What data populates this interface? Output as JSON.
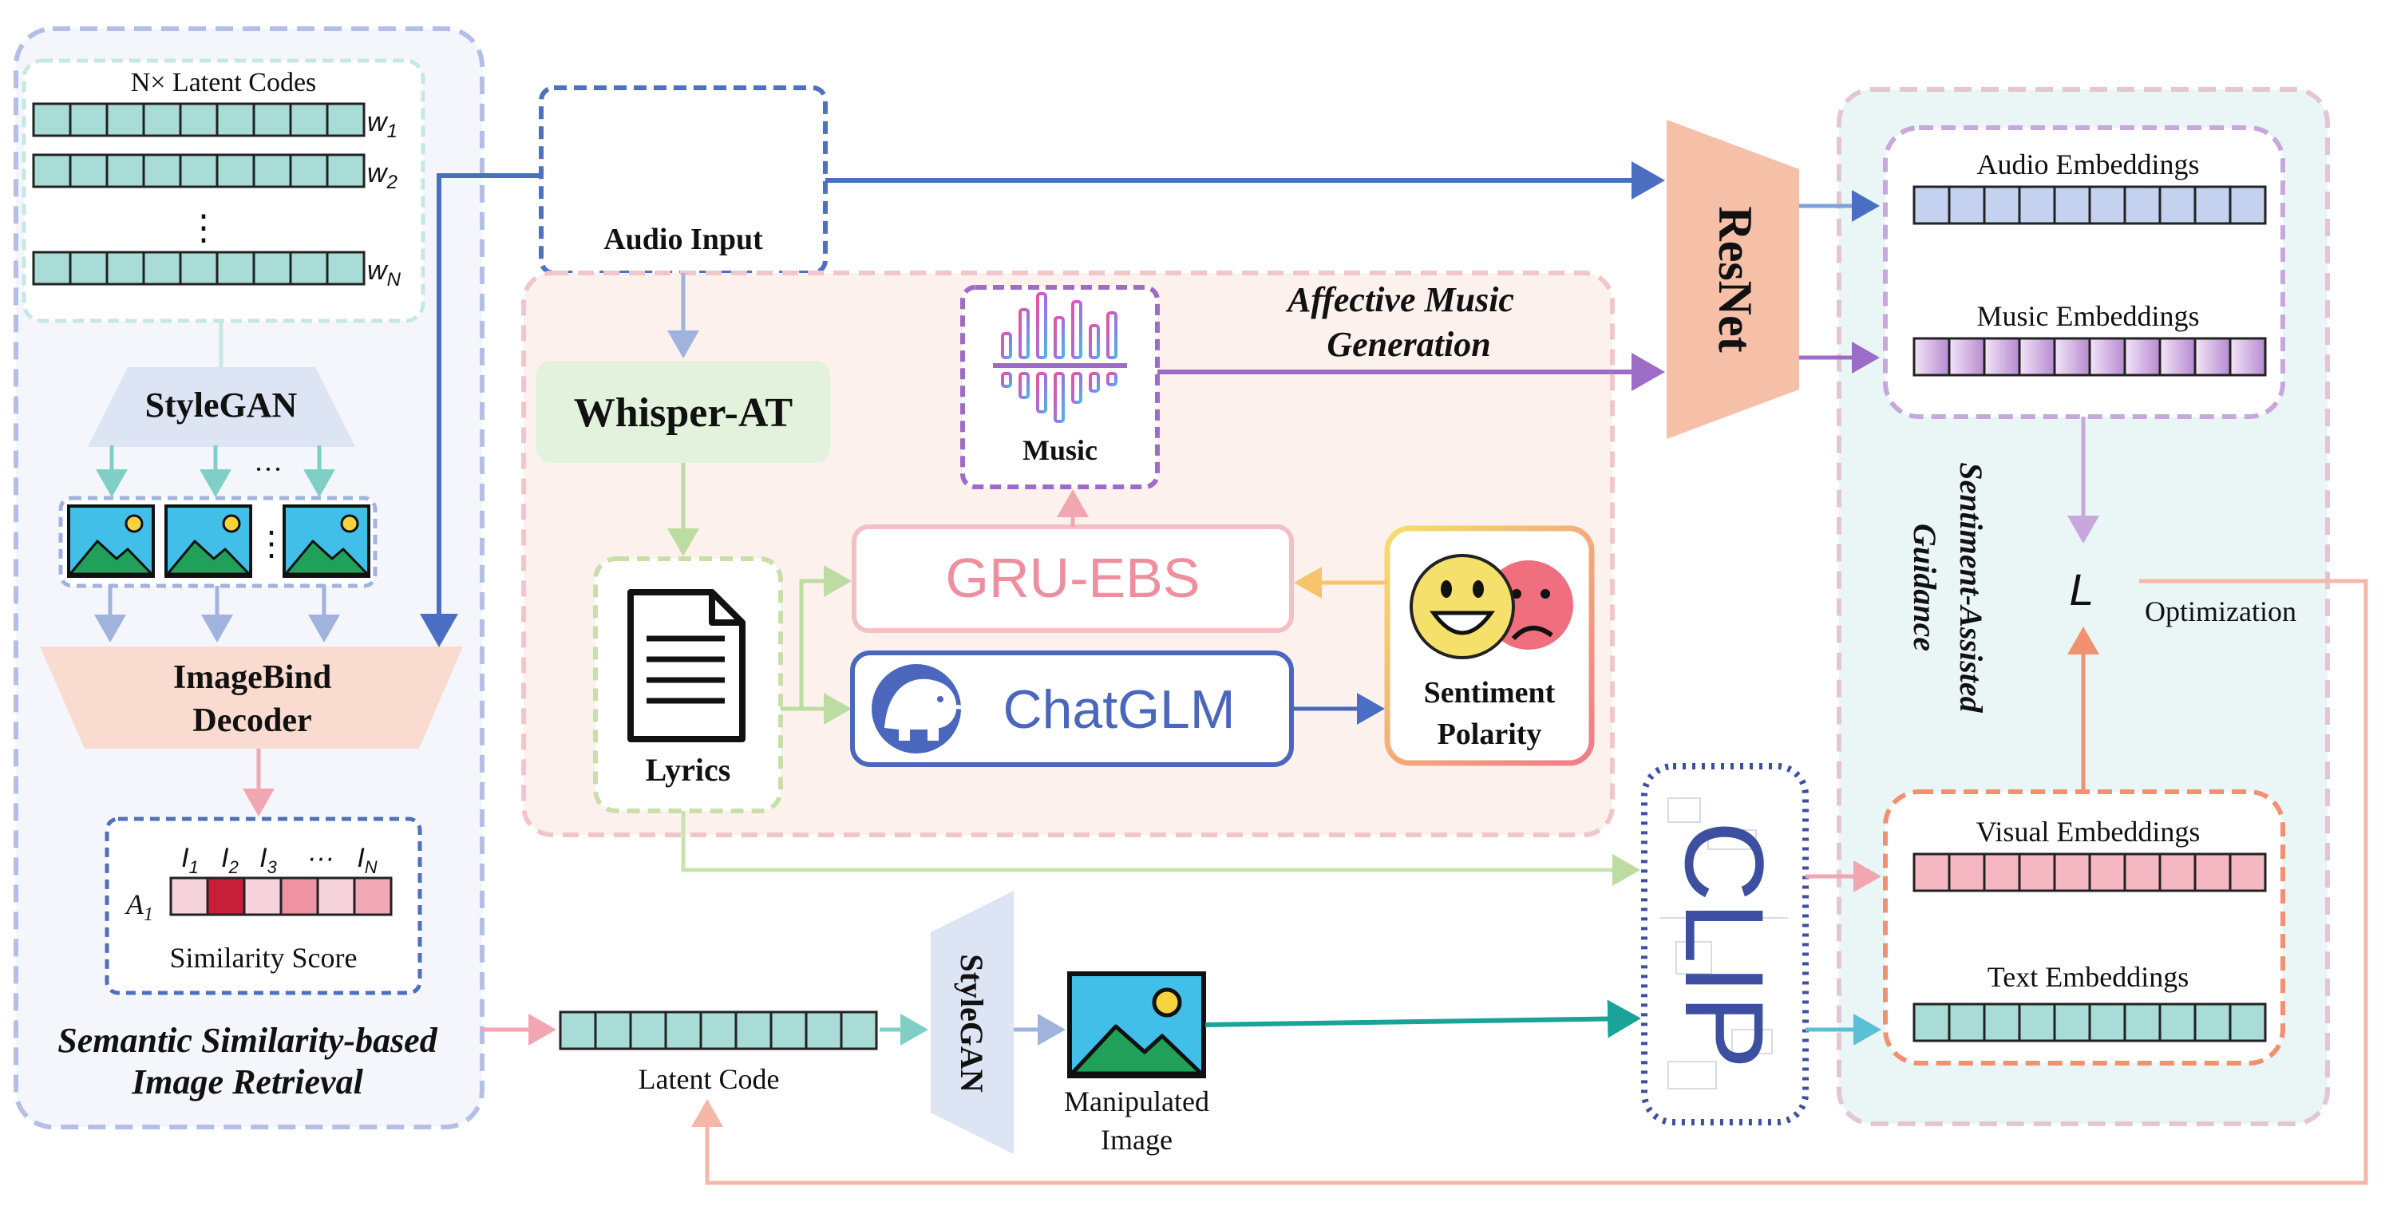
{
  "retrieval": {
    "latent_codes_title": "N× Latent Codes",
    "w_labels": [
      "w",
      "w",
      "w"
    ],
    "w_subs": [
      "1",
      "2",
      "N"
    ],
    "stylegan_label": "StyleGAN",
    "imagebind_line1": "ImageBind",
    "imagebind_line2": "Decoder",
    "sim_row_label": "A",
    "sim_row_sub": "1",
    "sim_headers": [
      "I",
      "I",
      "I",
      "···",
      "I"
    ],
    "sim_header_subs": [
      "1",
      "2",
      "3",
      "",
      "N"
    ],
    "similarity_label": "Similarity Score",
    "section_title_line1": "Semantic Similarity-based",
    "section_title_line2": "Image Retrieval",
    "dots": "···",
    "vdots": "⋮"
  },
  "audio": {
    "label": "Audio Input"
  },
  "music_gen": {
    "title_line1": "Affective Music",
    "title_line2": "Generation",
    "whisper": "Whisper-AT",
    "music": "Music",
    "gru": "GRU-EBS",
    "chatglm": "ChatGLM",
    "lyrics": "Lyrics",
    "sentiment_line1": "Sentiment",
    "sentiment_line2": "Polarity"
  },
  "resnet": "ResNet",
  "clip": "CLIP",
  "guidance": {
    "title_line1": "Sentiment-Assisted",
    "title_line2": "Guidance",
    "audio_emb": "Audio Embeddings",
    "music_emb": "Music Embeddings",
    "visual_emb": "Visual Embeddings",
    "text_emb": "Text Embeddings",
    "loss": "L",
    "optimization": "Optimization"
  },
  "bottom": {
    "latent_code": "Latent Code",
    "stylegan": "StyleGAN",
    "manipulated_line1": "Manipulated",
    "manipulated_line2": "Image"
  },
  "colors": {
    "retrieval_border": "#b3bfe6",
    "audio_blue": "#4f6fbf",
    "pink_region": "#fdf1ee",
    "green_box": "#e3f2dc",
    "purple": "#9c6cc7",
    "gru_pink": "#ee8fa0",
    "chatglm_blue": "#4a67bd",
    "sentiment_yellow": "#f4e06a",
    "resnet_salmon": "#f6bfa8",
    "guidance_bg": "#eaf6f6",
    "teal": "#8fd4cf",
    "orange": "#f19170",
    "clip_blue": "#3d4fa0"
  }
}
